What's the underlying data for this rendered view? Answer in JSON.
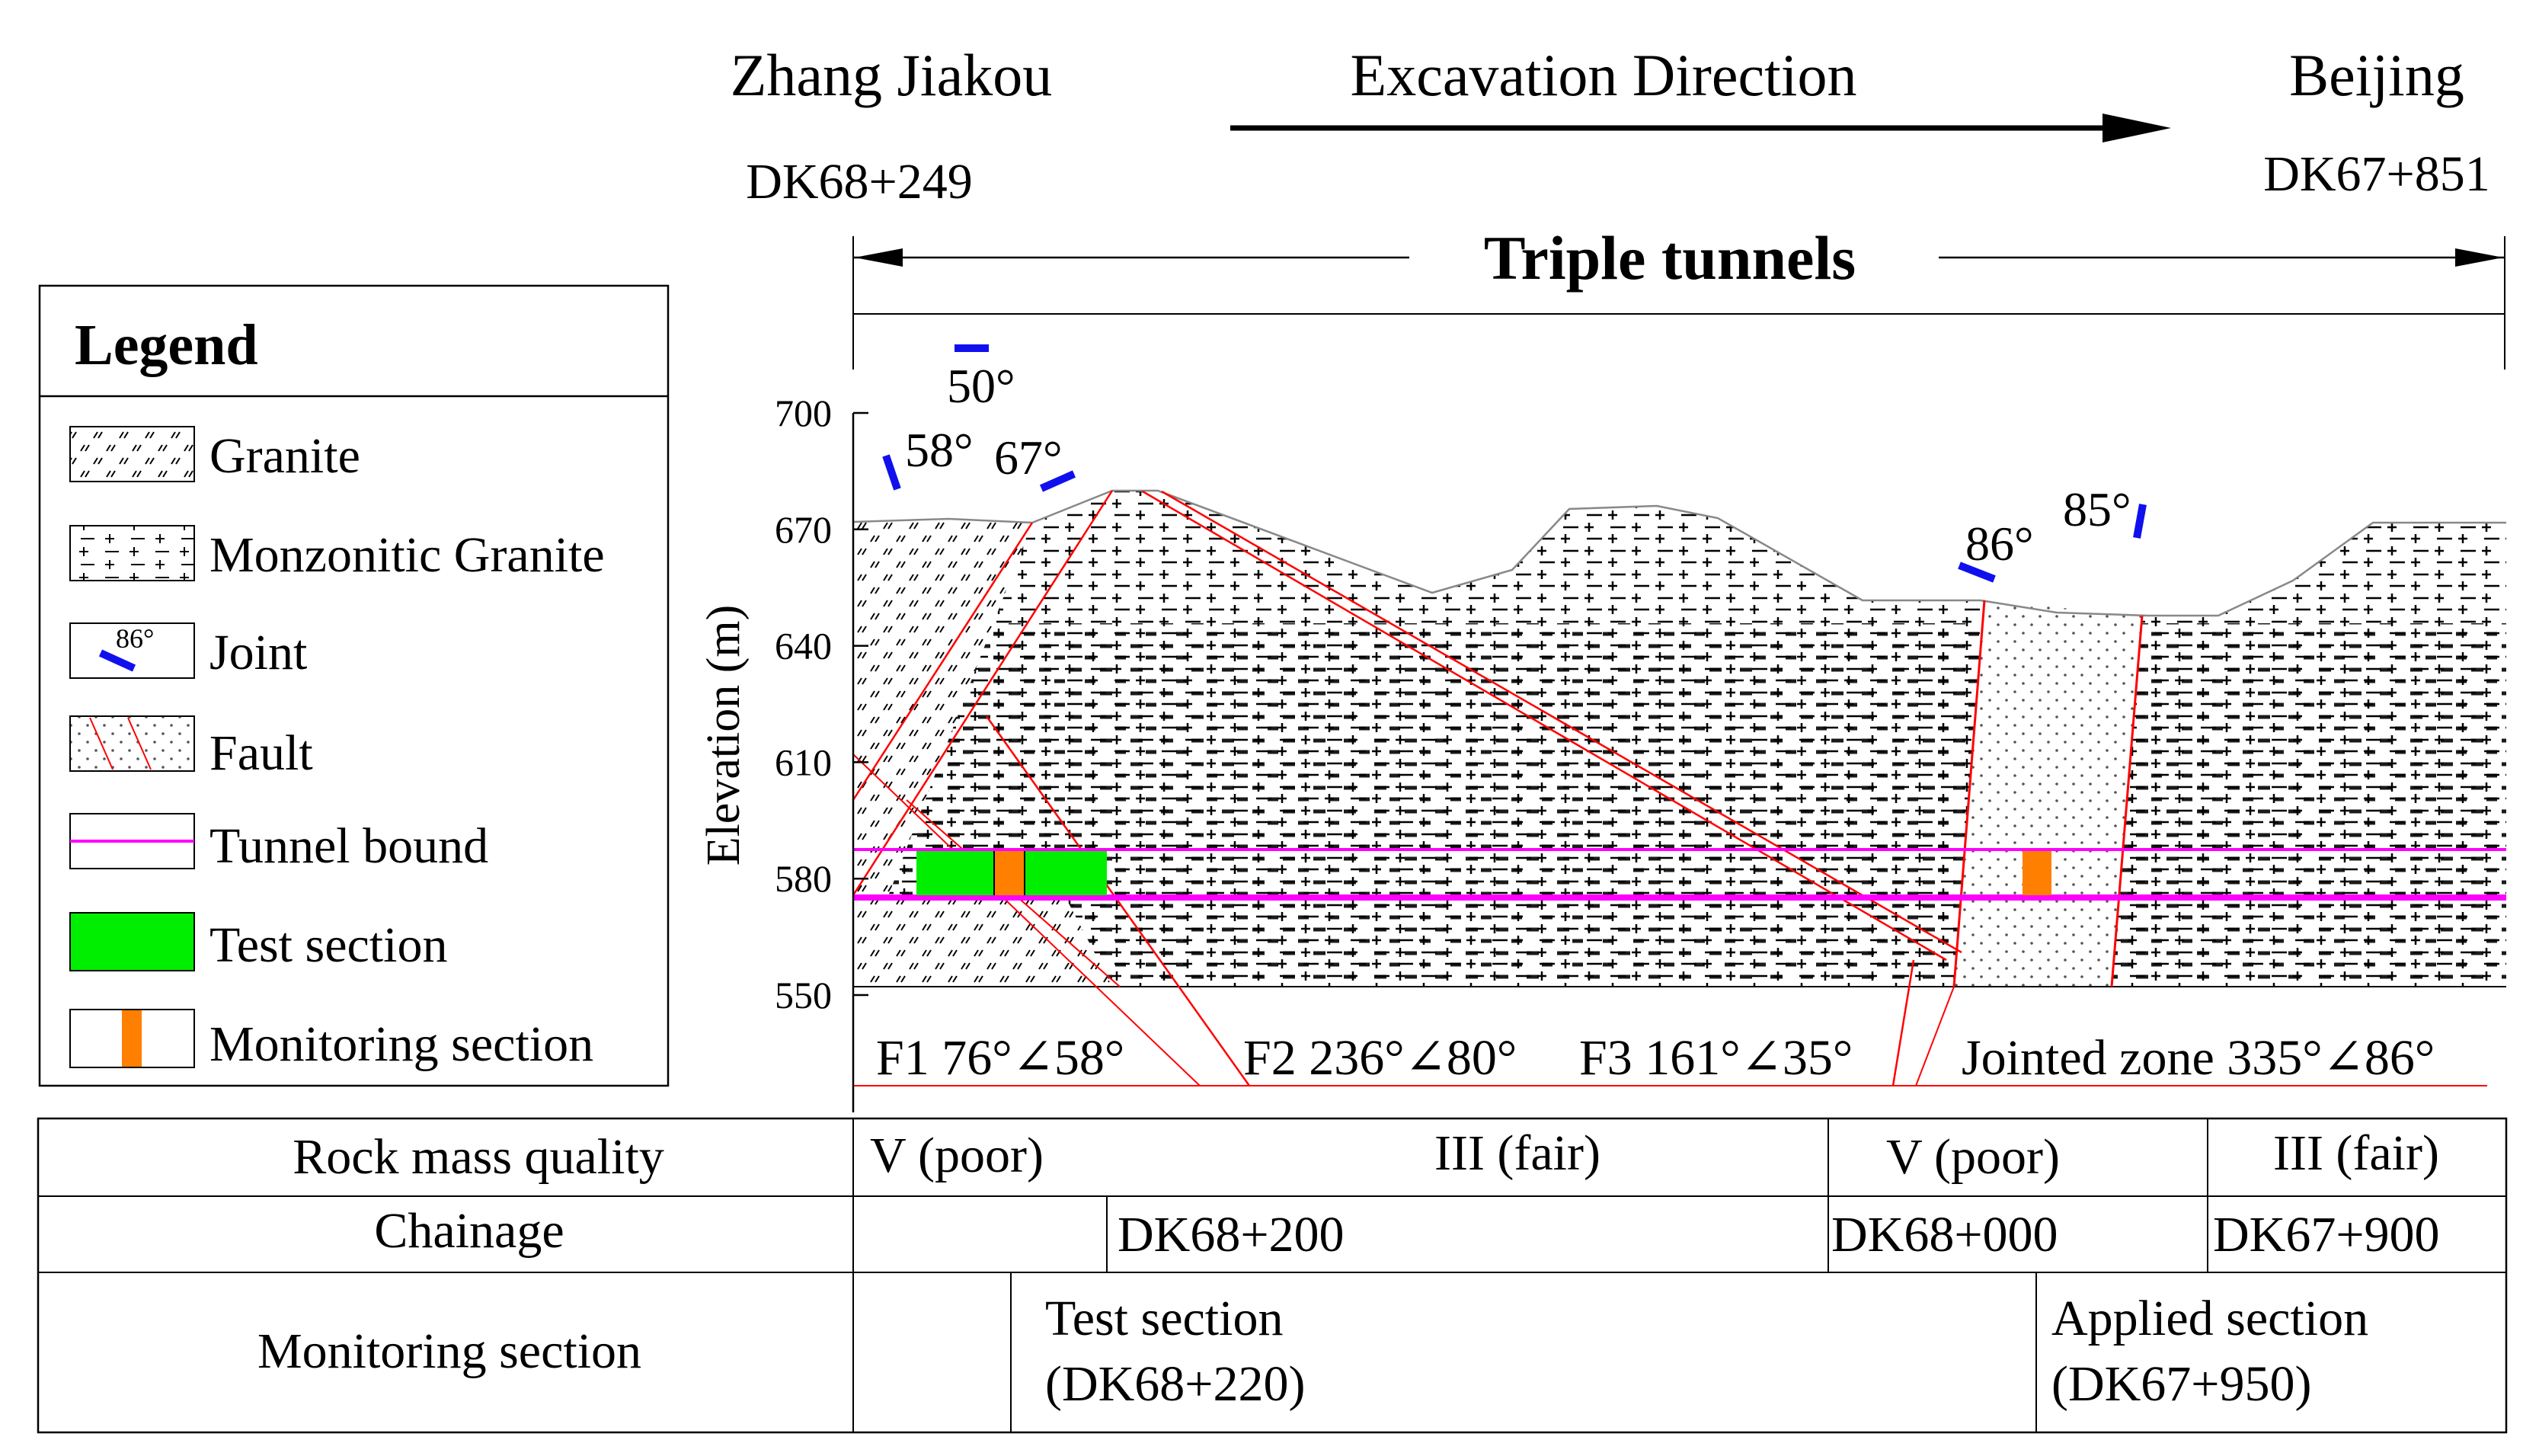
{
  "header": {
    "left_place": "Zhang Jiakou",
    "right_place": "Beijing",
    "direction_label": "Excavation Direction",
    "left_chainage": "DK68+249",
    "right_chainage": "DK67+851",
    "span_label": "Triple tunnels"
  },
  "legend": {
    "title": "Legend",
    "items": [
      {
        "label": "Granite",
        "icon": "granite-hatch-icon"
      },
      {
        "label": "Monzonitic Granite",
        "icon": "monzonitic-granite-icon"
      },
      {
        "label": "Joint",
        "icon": "joint-icon",
        "sample": "86°"
      },
      {
        "label": "Fault",
        "icon": "fault-icon"
      },
      {
        "label": "Tunnel bound",
        "icon": "tunnel-bound-icon"
      },
      {
        "label": "Test section",
        "icon": "test-section-icon"
      },
      {
        "label": "Monitoring section",
        "icon": "monitoring-section-icon"
      }
    ]
  },
  "profile": {
    "axis_label": "Elevation (m)",
    "ticks": [
      700,
      670,
      640,
      610,
      580,
      550
    ],
    "joint_angles": [
      "50°",
      "58°",
      "67°",
      "86°",
      "85°"
    ],
    "faults": [
      {
        "label": "F1 76°∠58°"
      },
      {
        "label": "F2 236°∠80°"
      },
      {
        "label": "F3 161°∠35°"
      },
      {
        "label": "Jointed zone 335°∠86°"
      }
    ]
  },
  "table": {
    "rows": [
      {
        "header": "Rock mass quality",
        "cells": [
          "V (poor)",
          "III (fair)",
          "V (poor)",
          "III (fair)"
        ]
      },
      {
        "header": "Chainage",
        "cells": [
          "DK68+200",
          "DK68+000",
          "DK67+900"
        ]
      },
      {
        "header": "Monitoring section",
        "cells": [
          {
            "line1": "Test section",
            "line2": "(DK68+220)"
          },
          {
            "line1": "Applied section",
            "line2": "(DK67+950)"
          }
        ]
      }
    ]
  },
  "colors": {
    "tunnel_bound": "#ff00ff",
    "test_section": "#00ee00",
    "monitoring_section": "#ff7f00",
    "fault_line": "#ff0000",
    "joint_symbol": "#0000ff",
    "terrain_line": "#888888"
  }
}
